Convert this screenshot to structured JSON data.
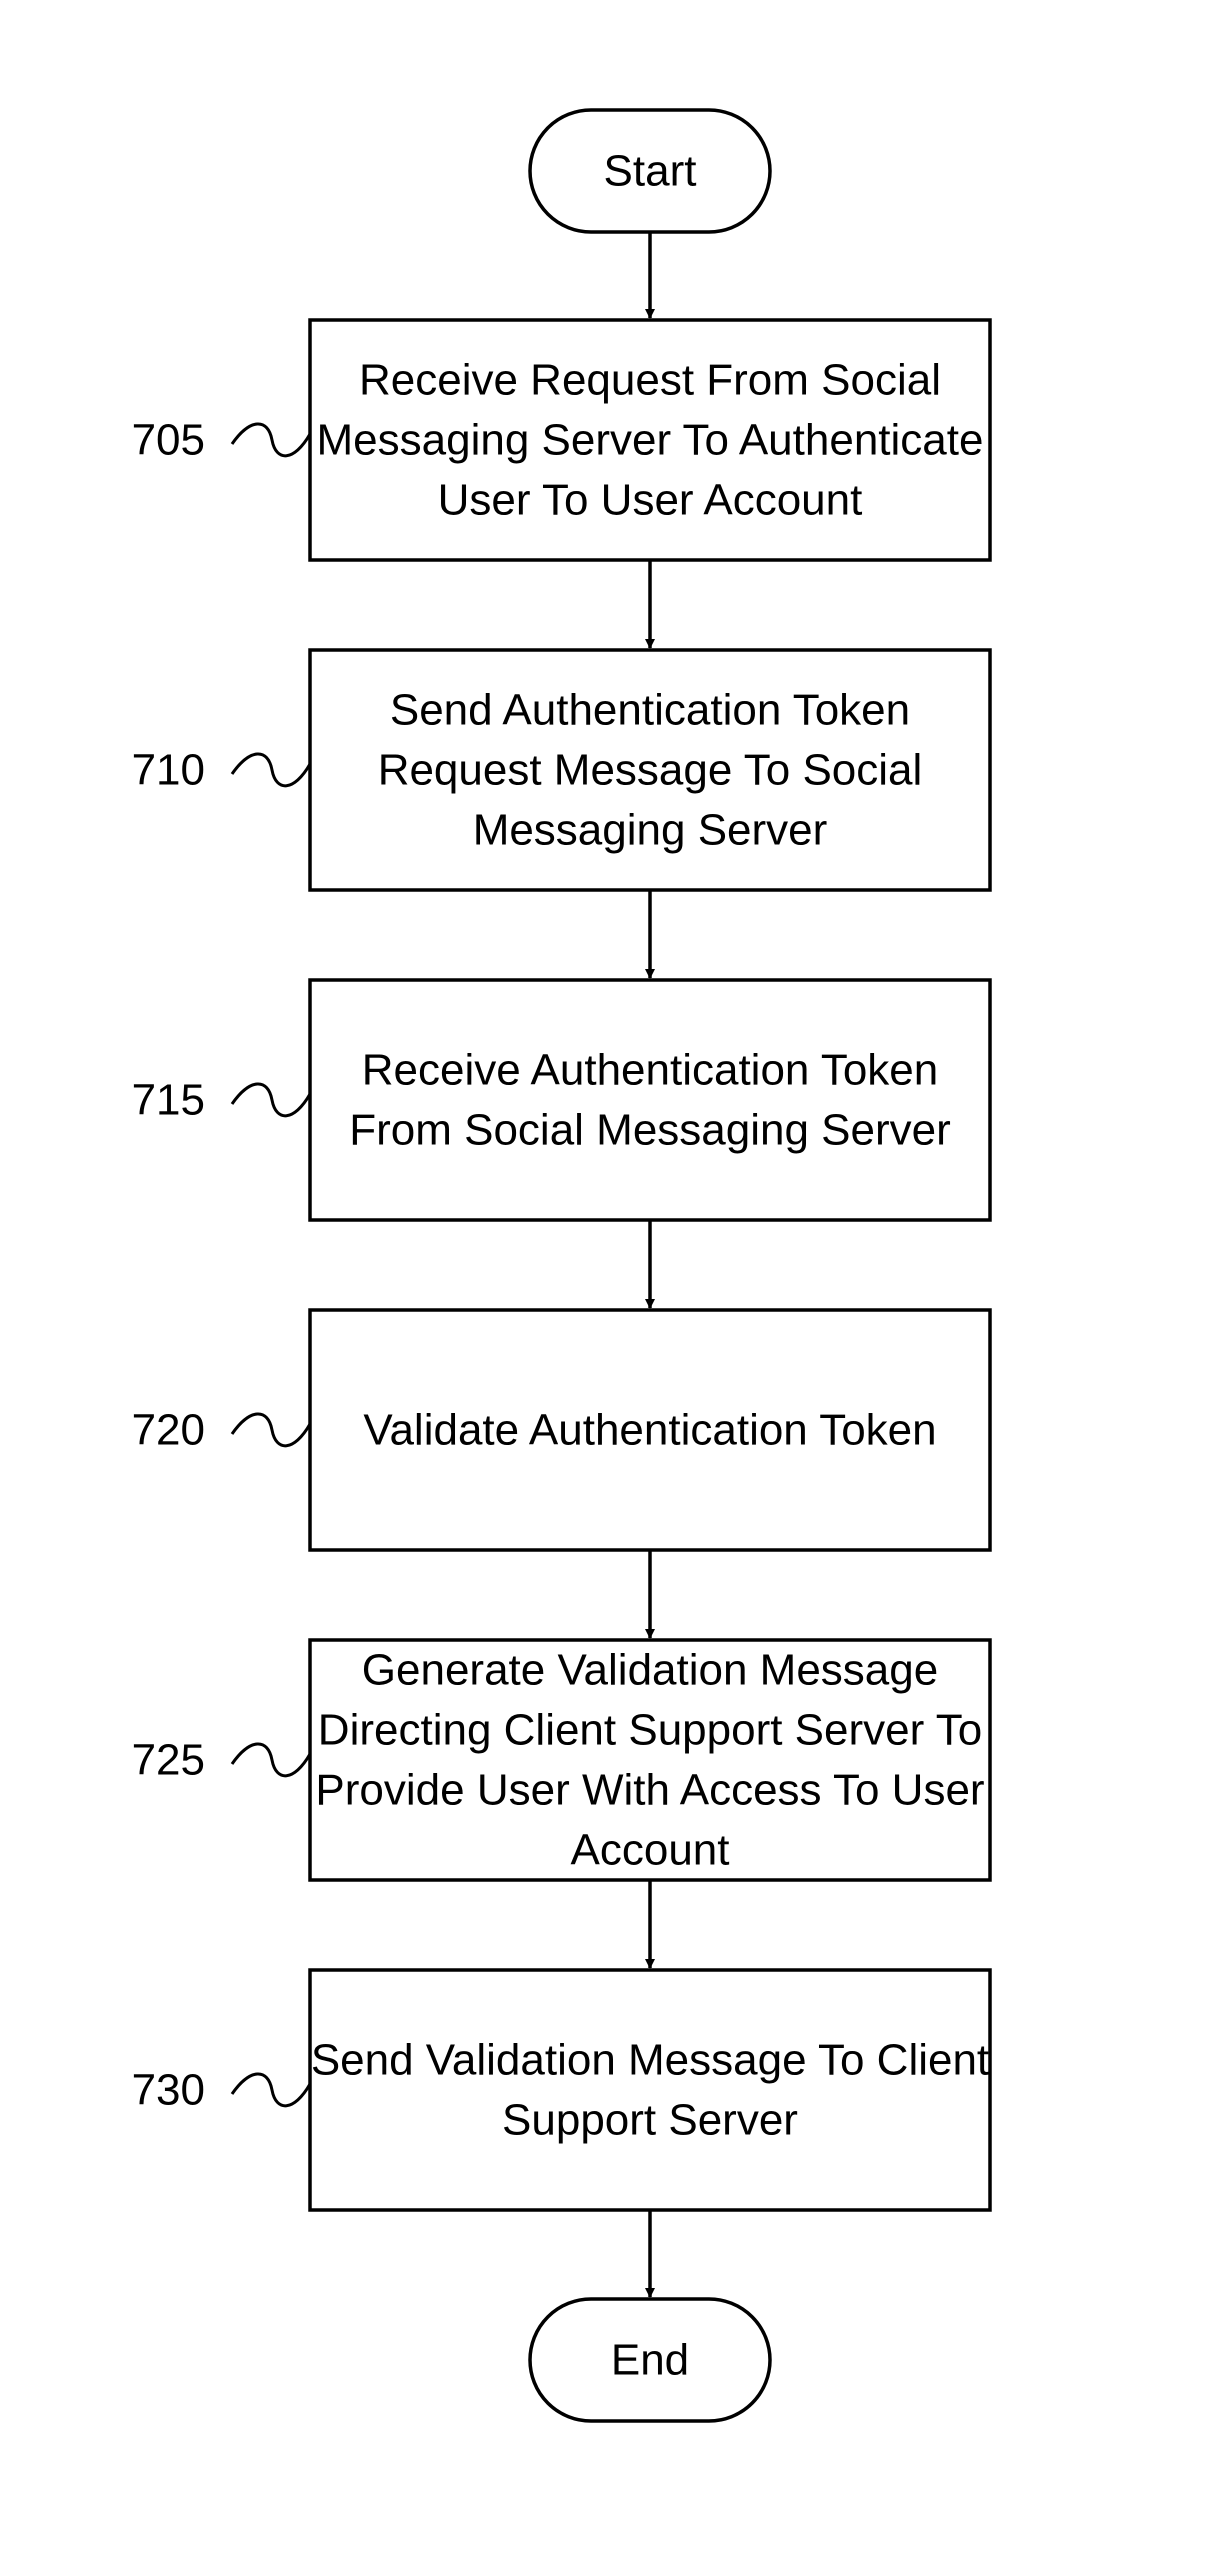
{
  "flowchart": {
    "start_label": "Start",
    "end_label": "End",
    "steps": [
      {
        "ref": "705",
        "lines": [
          "Receive Request From Social",
          "Messaging Server To Authenticate",
          "User To User Account"
        ]
      },
      {
        "ref": "710",
        "lines": [
          "Send Authentication Token",
          "Request Message To Social",
          "Messaging Server"
        ]
      },
      {
        "ref": "715",
        "lines": [
          "Receive Authentication Token",
          "From Social Messaging Server"
        ]
      },
      {
        "ref": "720",
        "lines": [
          "Validate Authentication Token"
        ]
      },
      {
        "ref": "725",
        "lines": [
          "Generate Validation Message",
          "Directing Client Support Server To",
          "Provide User With Access To User",
          "Account"
        ]
      },
      {
        "ref": "730",
        "lines": [
          "Send Validation Message To Client",
          "Support Server"
        ]
      }
    ]
  }
}
